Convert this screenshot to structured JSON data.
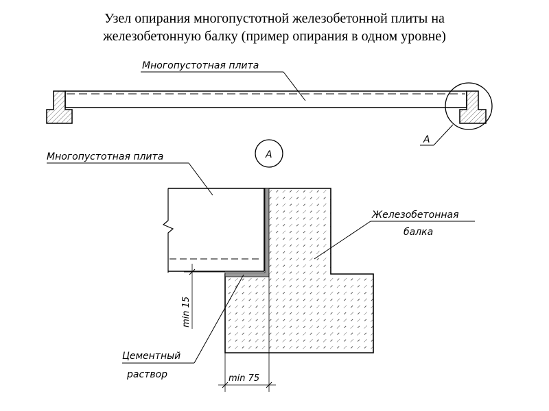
{
  "title": {
    "line1": "Узел опирания многопустотной железобетонной плиты на",
    "line2": "железобетонную балку (пример опирания в одном уровне)"
  },
  "labels": {
    "slab_top": "Многопустотная плита",
    "callout_a": "A",
    "detail_a": "A",
    "slab_detail": "Многопустотная плита",
    "beam_line1": "Железобетонная",
    "beam_line2": "балка",
    "min15": "min 15",
    "mortar_line1": "Цементный",
    "mortar_line2": "раствор",
    "min75": "min 75"
  }
}
